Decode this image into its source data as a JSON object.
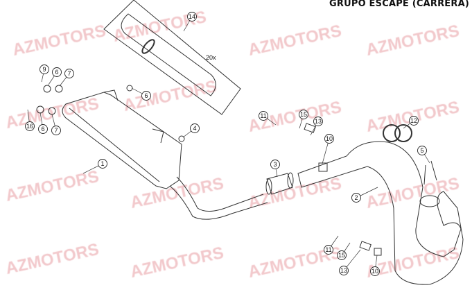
{
  "title": "GRUPO ESCAPE (CARRERA)",
  "watermark": "AZMOTORS",
  "note": "20x",
  "callouts": [
    "14",
    "9",
    "6",
    "7",
    "6",
    "16",
    "6",
    "7",
    "4",
    "1",
    "11",
    "15",
    "13",
    "10",
    "12",
    "5",
    "3",
    "2",
    "11",
    "15",
    "13",
    "10"
  ]
}
